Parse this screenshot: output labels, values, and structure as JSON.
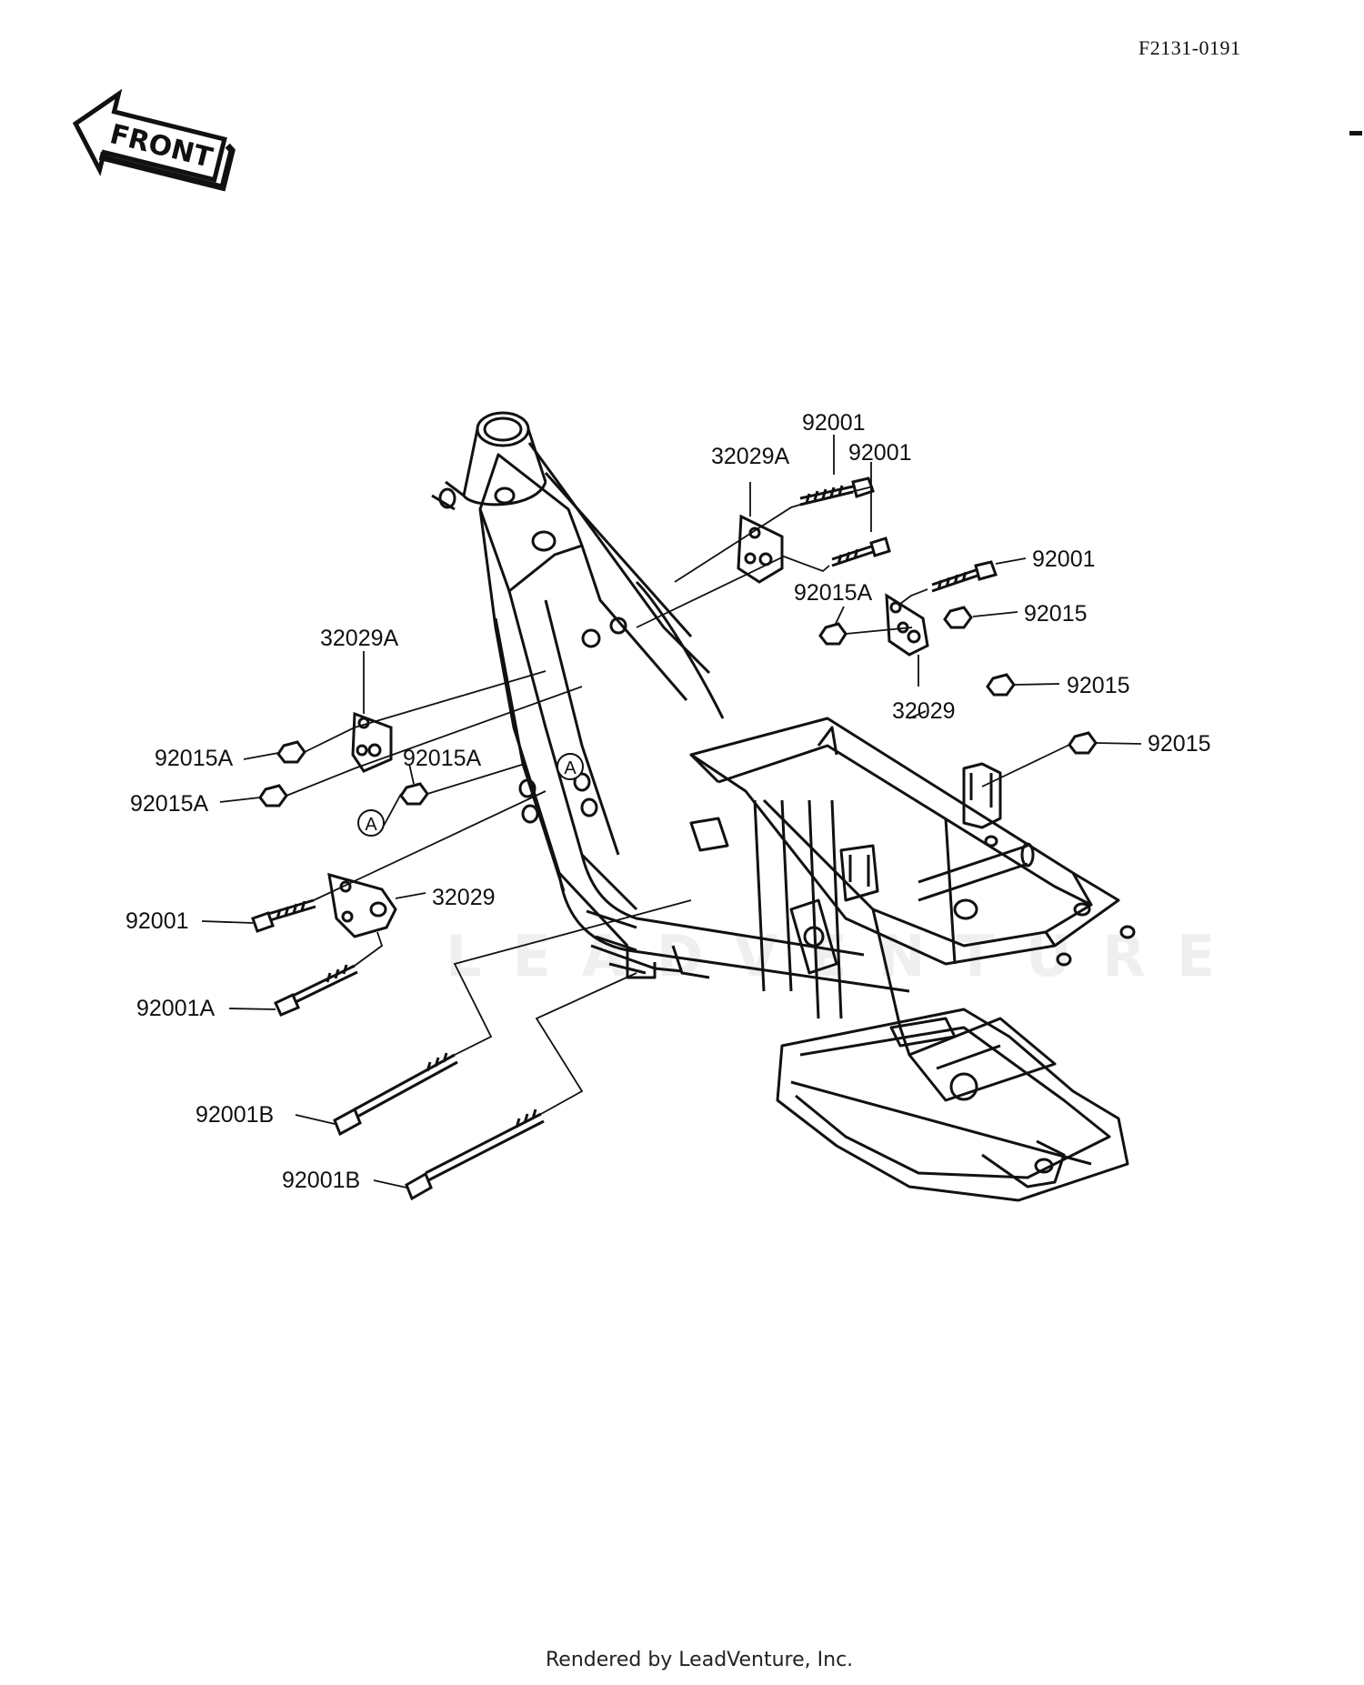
{
  "header": {
    "diagram_code": "F2131-0191",
    "front_label": "FRONT"
  },
  "ref_marker": "A",
  "labels": {
    "l_92001_top": "92001",
    "l_92001_mid": "92001",
    "l_32029A_top": "32029A",
    "l_92001_right": "92001",
    "l_92015A_right": "92015A",
    "l_92015_r1": "92015",
    "l_92015_r2": "92015",
    "l_32029_right": "32029",
    "l_92015_r3": "92015",
    "l_32029A_left": "32029A",
    "l_92015A_l1": "92015A",
    "l_92015A_l2": "92015A",
    "l_92015A_l3": "92015A",
    "l_32029_left": "32029",
    "l_92001_left": "92001",
    "l_92001A": "92001A",
    "l_92001B_1": "92001B",
    "l_92001B_2": "92001B"
  },
  "watermark": "LEADVENTURE",
  "footer": {
    "rendered_by": "Rendered by LeadVenture, Inc."
  }
}
